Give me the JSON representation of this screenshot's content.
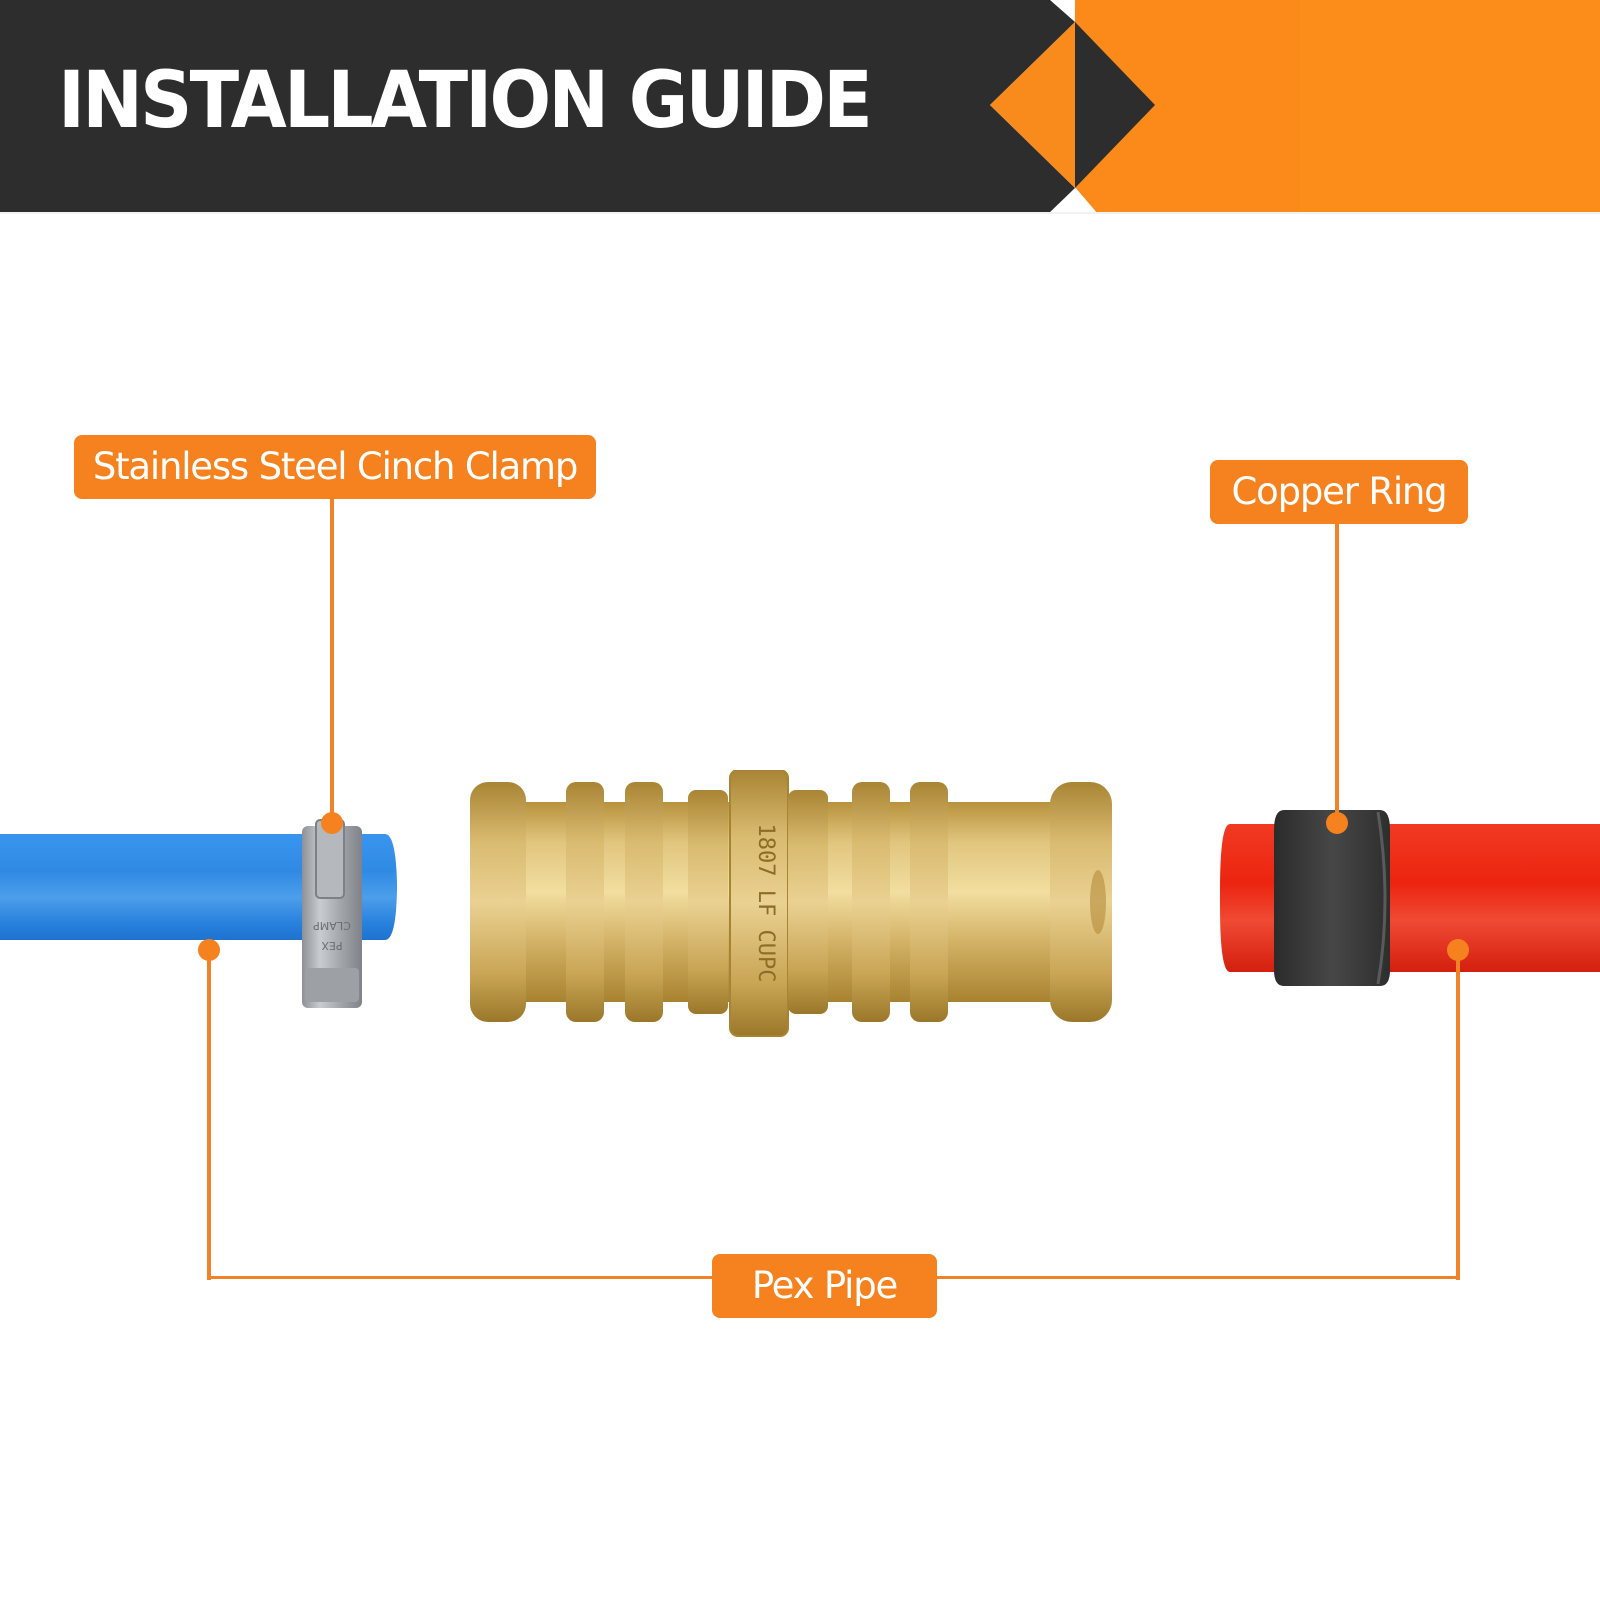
{
  "header": {
    "title": "INSTALLATION GUIDE",
    "colors": {
      "dark": "#2d2d2d",
      "accent": "#fb8a1b"
    }
  },
  "callouts": {
    "clamp": {
      "label": "Stainless Steel Cinch Clamp",
      "points_to": "clamp on blue pipe"
    },
    "copper_ring": {
      "label": "Copper Ring",
      "points_to": "ring on red pipe"
    },
    "pex_pipe": {
      "label": "Pex Pipe",
      "points_to": [
        "blue pipe",
        "red pipe"
      ]
    }
  },
  "parts": {
    "blue_pipe": {
      "color": "#2f8ee6"
    },
    "clamp": {
      "color": "#a9adb2",
      "stamp": "CLAMP"
    },
    "brass_coupling": {
      "color": "#c9a54f",
      "stamp": "1807 LF CUPC"
    },
    "copper_ring": {
      "color": "#3a3a3a"
    },
    "red_pipe": {
      "color": "#ee2a12"
    }
  },
  "accent_color": "#f5821f"
}
